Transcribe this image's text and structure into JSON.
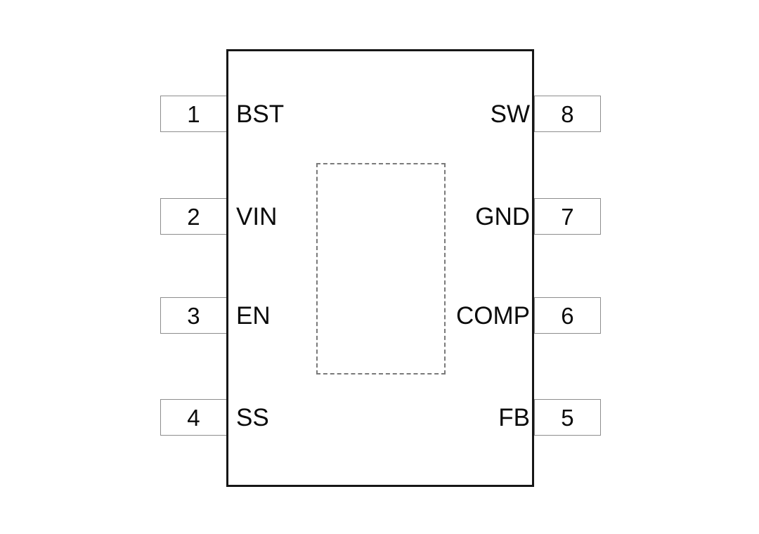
{
  "diagram": {
    "type": "ic-pinout",
    "package_outline_label": "",
    "thermal_pad": {
      "name": "exposed-thermal-pad",
      "style": "dashed",
      "color": "#7a7a7a"
    },
    "colors": {
      "background": "#ffffff",
      "body_border": "#161616",
      "pin_box_border": "#8d8d8d",
      "text": "#0b0b0b",
      "dashed_pad": "#7a7a7a"
    },
    "pins_left": [
      {
        "number": "1",
        "name": "BST"
      },
      {
        "number": "2",
        "name": "VIN"
      },
      {
        "number": "3",
        "name": "EN"
      },
      {
        "number": "4",
        "name": "SS"
      }
    ],
    "pins_right": [
      {
        "number": "8",
        "name": "SW"
      },
      {
        "number": "7",
        "name": "GND"
      },
      {
        "number": "6",
        "name": "COMP"
      },
      {
        "number": "5",
        "name": "FB"
      }
    ]
  }
}
